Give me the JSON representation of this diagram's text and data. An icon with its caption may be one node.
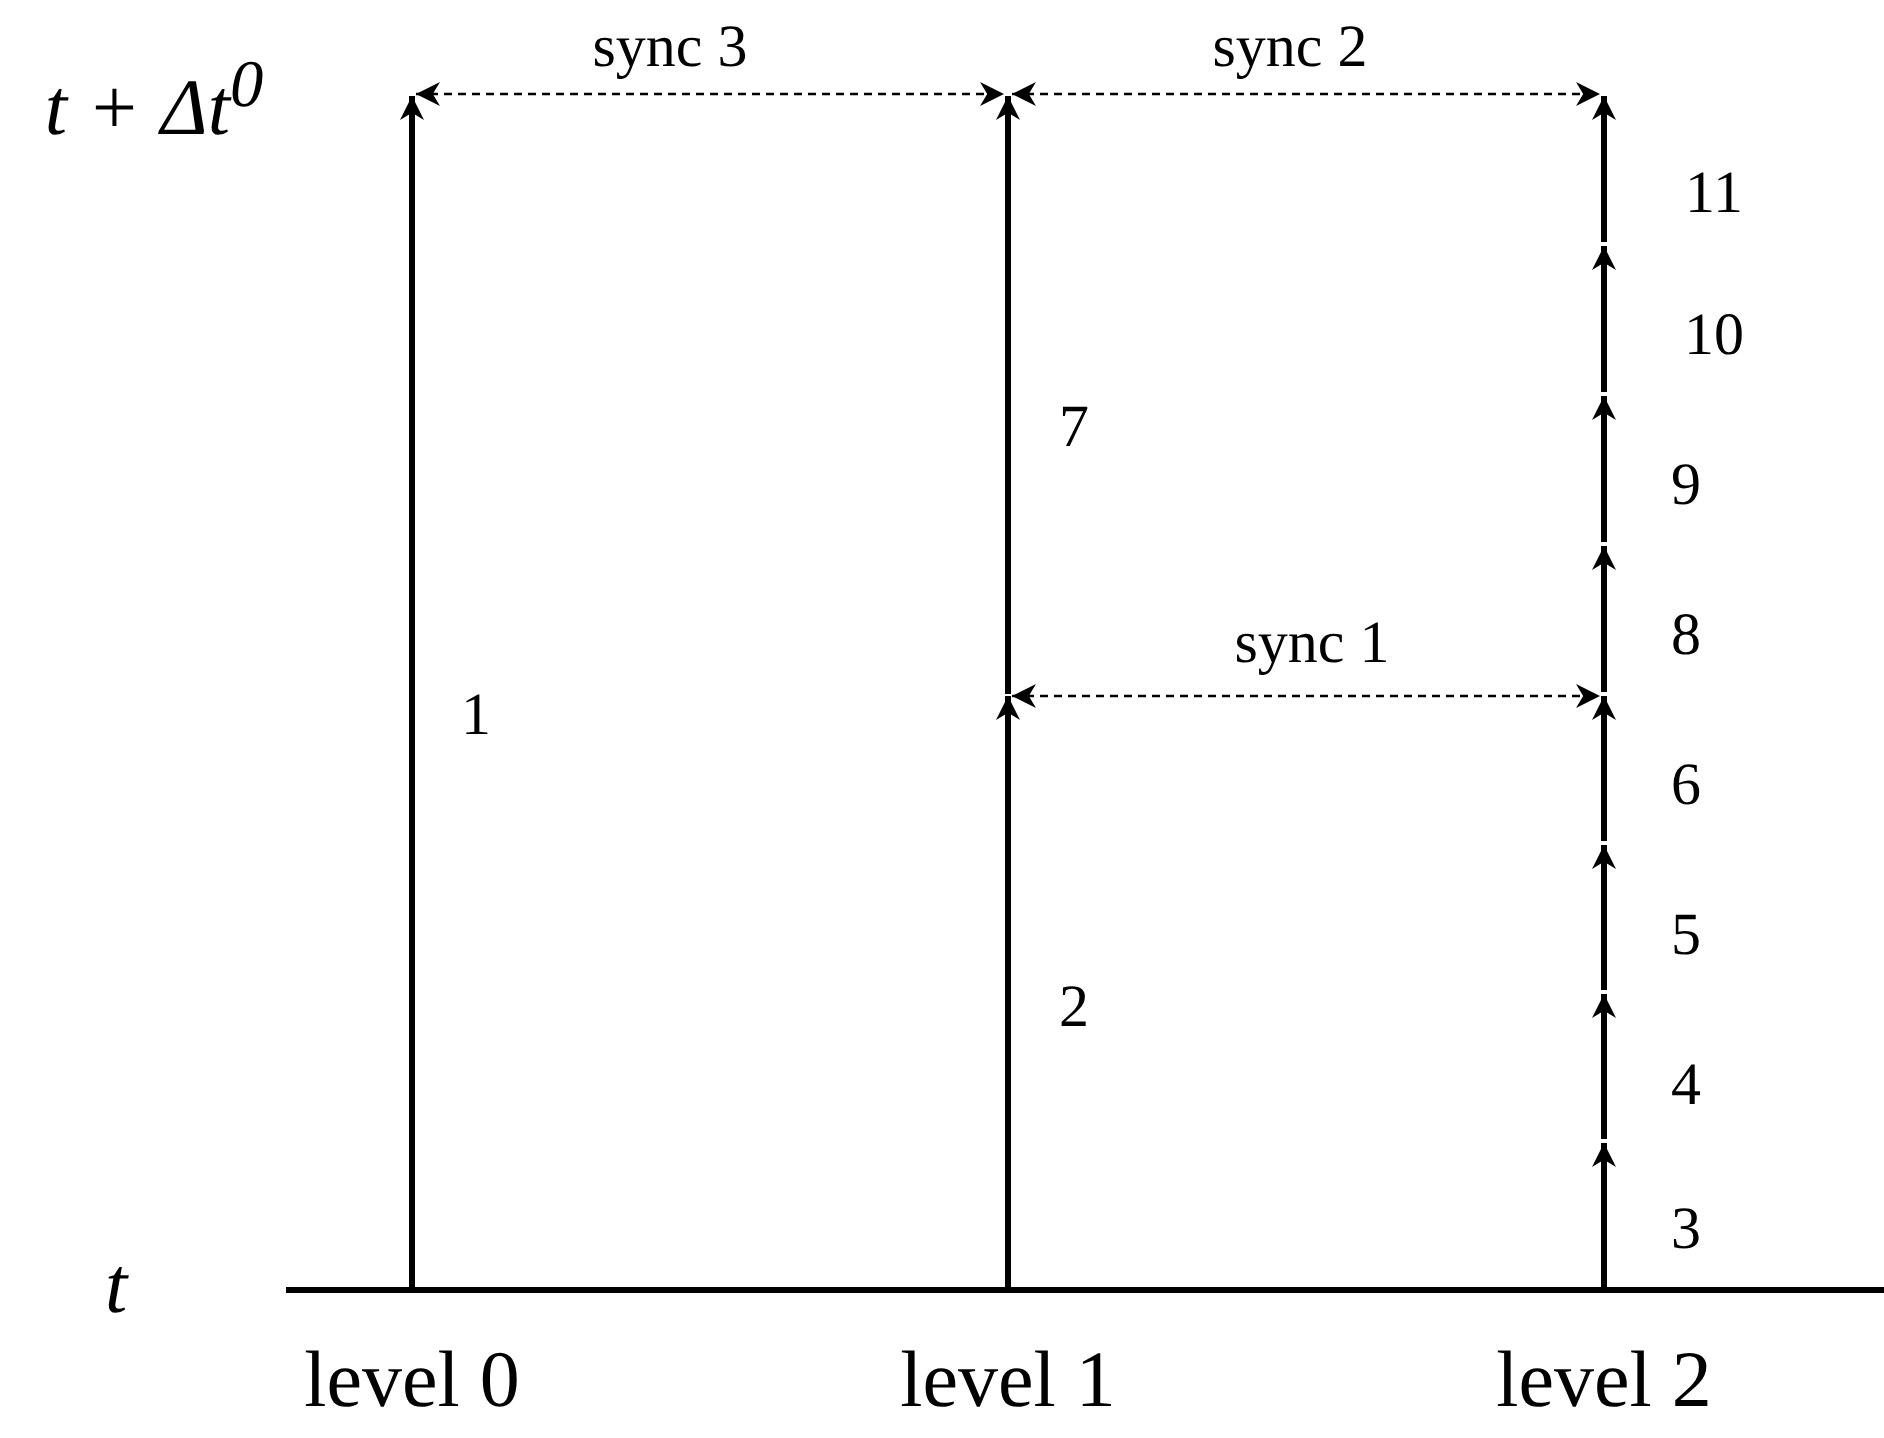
{
  "diagram": {
    "labels": [
      "t + Δt$^{0}$",
      "sync 3",
      "sync 2",
      "11",
      "10",
      "7",
      "9",
      "sync 1",
      "8",
      "1",
      "6",
      "5",
      "2",
      "4",
      "3",
      "t",
      "level 0",
      "level 1",
      "level 2"
    ]
  }
}
